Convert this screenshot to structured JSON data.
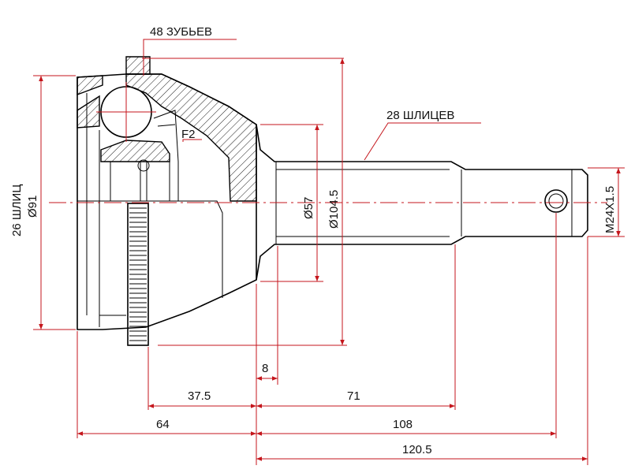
{
  "labels": {
    "teeth": "48 ЗУБЬЕВ",
    "outer_splines": "28 ШЛИЦЕВ",
    "inner_splines": "26 ШЛИЦ",
    "outer_diameter": "Ø91",
    "shaft_diameter": "Ø57",
    "flange_diameter": "Ø104.5",
    "thread": "M24X1.5",
    "f2": "F2"
  },
  "dimensions": {
    "d8": "8",
    "d37_5": "37.5",
    "d71": "71",
    "d64": "64",
    "d108": "108",
    "d120_5": "120.5"
  },
  "colors": {
    "dimension": "#c4161c",
    "outline": "#000000"
  }
}
